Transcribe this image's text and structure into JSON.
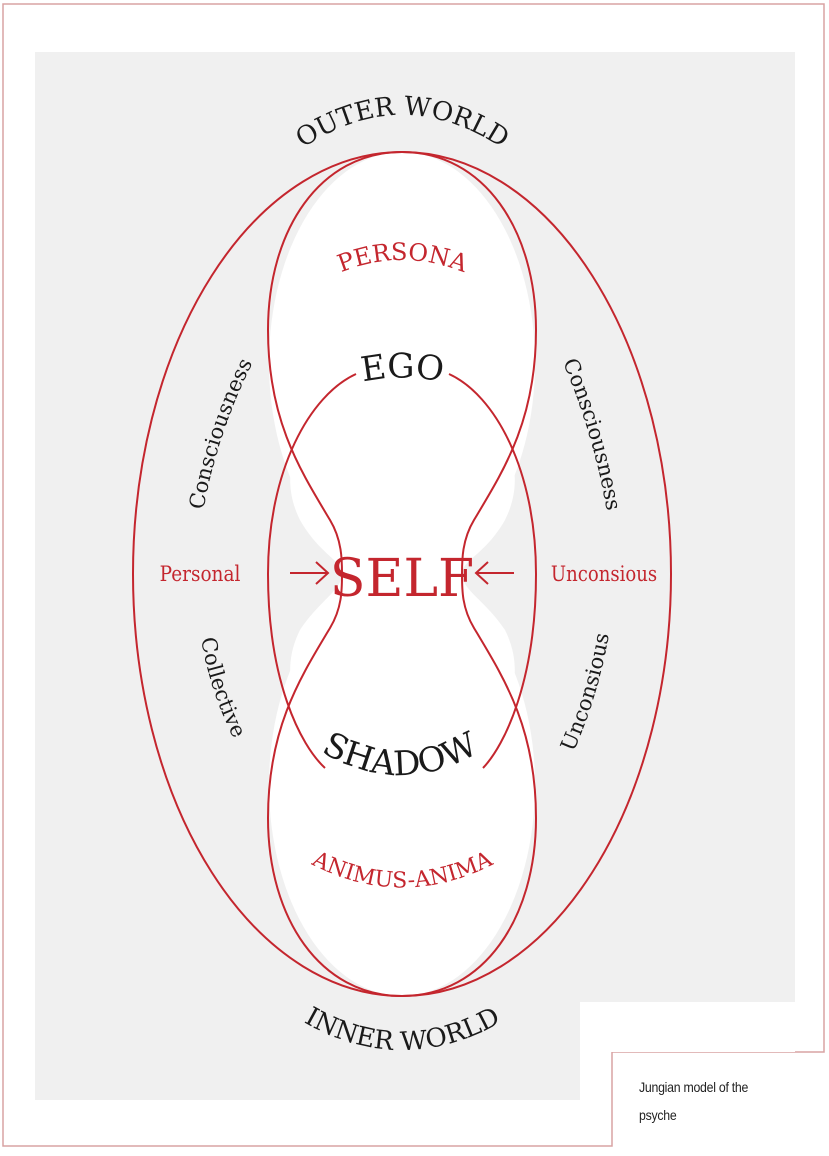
{
  "colors": {
    "accent_red": "#c4262e",
    "text_black": "#1a1a1a",
    "panel_gray": "#f0f0f0",
    "frame_border": "#d9a3a3",
    "white": "#ffffff"
  },
  "diagram": {
    "title_top": "OUTER WORLD",
    "title_bottom": "INNER WORLD",
    "labels": {
      "persona": "PERSONA",
      "ego": "EGO",
      "self": "SELF",
      "shadow": "SHADOW",
      "animus_anima": "ANIMUS-ANIMA",
      "personal": "Personal",
      "unconsious": "Unconsious",
      "consciousness_left": "Consciousness",
      "consciousness_right": "Consciousness",
      "collective": "Collective",
      "unconsious_right": "Unconsious"
    },
    "arrows": {
      "left": "→",
      "right": "←"
    }
  },
  "caption": {
    "text": "Jungian model of the psyche"
  }
}
